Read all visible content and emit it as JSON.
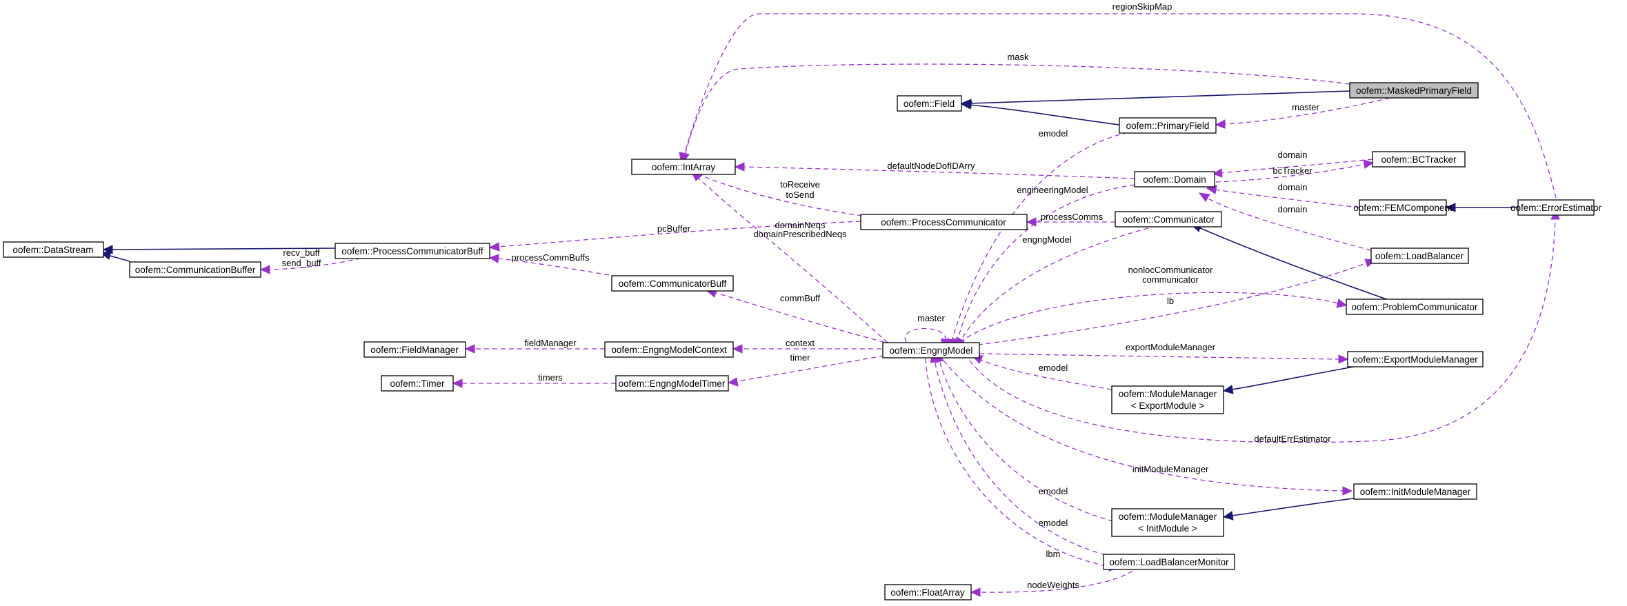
{
  "nodes": {
    "maskedPrimaryField": "oofem::MaskedPrimaryField",
    "field": "oofem::Field",
    "primaryField": "oofem::PrimaryField",
    "intArray": "oofem::IntArray",
    "domain": "oofem::Domain",
    "bcTracker": "oofem::BCTracker",
    "femComponent": "oofem::FEMComponent",
    "errorEstimator": "oofem::ErrorEstimator",
    "dataStream": "oofem::DataStream",
    "processCommunicatorBuff": "oofem::ProcessCommunicatorBuff",
    "communicationBuffer": "oofem::CommunicationBuffer",
    "processCommunicator": "oofem::ProcessCommunicator",
    "communicator": "oofem::Communicator",
    "loadBalancer": "oofem::LoadBalancer",
    "communicatorBuff": "oofem::CommunicatorBuff",
    "problemCommunicator": "oofem::ProblemCommunicator",
    "fieldManager": "oofem::FieldManager",
    "engngModelContext": "oofem::EngngModelContext",
    "engngModel": "oofem::EngngModel",
    "exportModuleManager": "oofem::ExportModuleManager",
    "timer": "oofem::Timer",
    "engngModelTimer": "oofem::EngngModelTimer",
    "moduleManagerExport_line1": "oofem::ModuleManager",
    "moduleManagerExport_line2": "< ExportModule >",
    "initModuleManager": "oofem::InitModuleManager",
    "moduleManagerInit_line1": "oofem::ModuleManager",
    "moduleManagerInit_line2": "< InitModule >",
    "loadBalancerMonitor": "oofem::LoadBalancerMonitor",
    "floatArray": "oofem::FloatArray"
  },
  "edge_labels": {
    "regionSkipMap": "regionSkipMap",
    "mask": "mask",
    "master_pf": "master",
    "emodel_pf": "emodel",
    "defaultNodeDofIDArry": "defaultNodeDofIDArry",
    "domain_bc": "domain",
    "bcTracker": "bcTracker",
    "domain_fem": "domain",
    "domain_lb": "domain",
    "toReceive": "toReceive",
    "toSend": "toSend",
    "engineeringModel": "engineeringModel",
    "processComms": "processComms",
    "pcBuffer": "pcBuffer",
    "domainNeqs": "domainNeqs",
    "domainPrescribedNeqs": "domainPrescribedNeqs",
    "recv_buff": "recv_buff",
    "send_buff": "send_buff",
    "processCommBuffs": "processCommBuffs",
    "engngModel_comm": "engngModel",
    "nonlocCommunicator": "nonlocCommunicator",
    "communicator": "communicator",
    "commBuff": "commBuff",
    "lb": "lb",
    "master_em": "master",
    "fieldManager": "fieldManager",
    "context": "context",
    "timer": "timer",
    "timers": "timers",
    "exportModuleManager": "exportModuleManager",
    "emodel_export": "emodel",
    "defaultErrEstimator": "defaultErrEstimator",
    "initModuleManager": "initModuleManager",
    "emodel_init": "emodel",
    "emodel_lbm": "emodel",
    "lbm": "lbm",
    "nodeWeights": "nodeWeights"
  },
  "colors": {
    "inheritance": "#191970",
    "usage": "#9a32cd",
    "focus_fill": "#bfbfbf"
  }
}
